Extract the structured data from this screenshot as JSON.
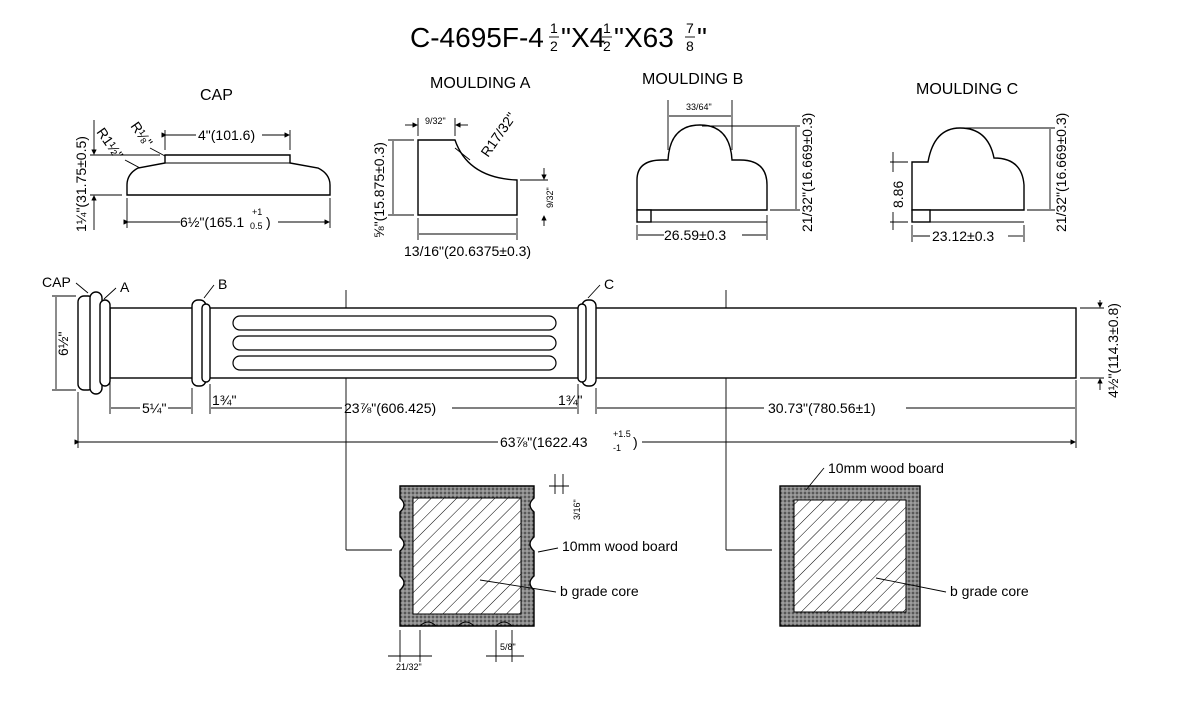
{
  "title": {
    "prefix": "C-4695F-4",
    "n1": "1",
    "d1": "2",
    "mid1": "\"X4",
    "n2": "1",
    "d2": "2",
    "mid2": "\"X63",
    "n3": "7",
    "d3": "8",
    "suffix": "\""
  },
  "headings": {
    "cap": "CAP",
    "moulding_a": "MOULDING A",
    "moulding_b": "MOULDING B",
    "moulding_c": "MOULDING C"
  },
  "cap": {
    "height": "1¼\"(31.75±0.5)",
    "top_width": "4\"(101.6)",
    "r_left": "R1½\"",
    "r_right": "R⅛\"",
    "width": "6½\"(165.1",
    "tol_plus": "+1",
    "tol_minus": "0.5",
    "width_end": ")"
  },
  "moulding_a": {
    "top": "9/32\"",
    "radius": "R17/32\"",
    "height": "⅝\"(15.875±0.3)",
    "side": "9/32\"",
    "width": "13/16\"(20.6375±0.3)"
  },
  "moulding_b": {
    "top": "33/64\"",
    "height": "21/32\"(16.669±0.3)",
    "width": "26.59±0.3"
  },
  "moulding_c": {
    "left": "8.86",
    "height": "21/32\"(16.669±0.3)",
    "width": "23.12±0.3"
  },
  "column": {
    "label_cap": "CAP",
    "label_a": "A",
    "label_b": "B",
    "label_c": "C",
    "left_height": "6½\"",
    "right_height": "4½\"(114.3±0.8)",
    "dim_5": "5¼\"",
    "dim_134_left": "1¾\"",
    "dim_flute": "23⅞\"(606.425)",
    "dim_134_right": "1¾\"",
    "dim_shaft": "30.73\"(780.56±1)",
    "dim_total": "63⅞\"(1622.43",
    "total_tol_plus": "+1.5",
    "total_tol_minus": "-1",
    "total_end": ")"
  },
  "sections": {
    "left_board": "10mm wood board",
    "left_core": "b grade core",
    "left_flute_depth": "3/16\"",
    "left_bottom_1": "21/32\"",
    "left_bottom_2": "5/8\"",
    "right_board": "10mm wood board",
    "right_core": "b grade core"
  }
}
